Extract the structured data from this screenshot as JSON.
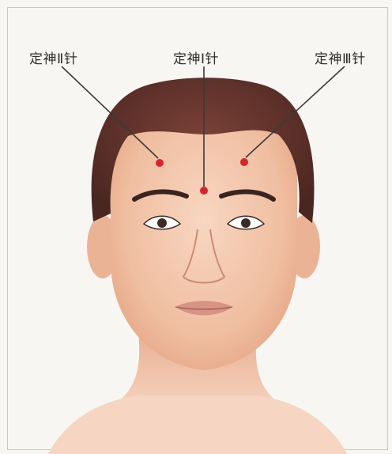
{
  "labels": {
    "point_1": "定神Ⅰ针",
    "point_2": "定神Ⅱ针",
    "point_3": "定神Ⅲ针"
  },
  "colors": {
    "acupoint": "#d8242f",
    "leader_line": "#3a3a3a",
    "hair": "#5a2f28",
    "skin": "#f1c3a6"
  }
}
